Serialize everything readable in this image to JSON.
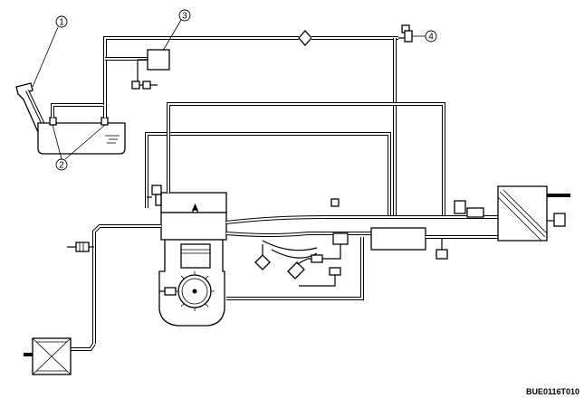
{
  "callouts": [
    {
      "label": "1"
    },
    {
      "label": "2"
    },
    {
      "label": "3"
    },
    {
      "label": "4"
    }
  ],
  "figure_code": "BUE0116T010"
}
